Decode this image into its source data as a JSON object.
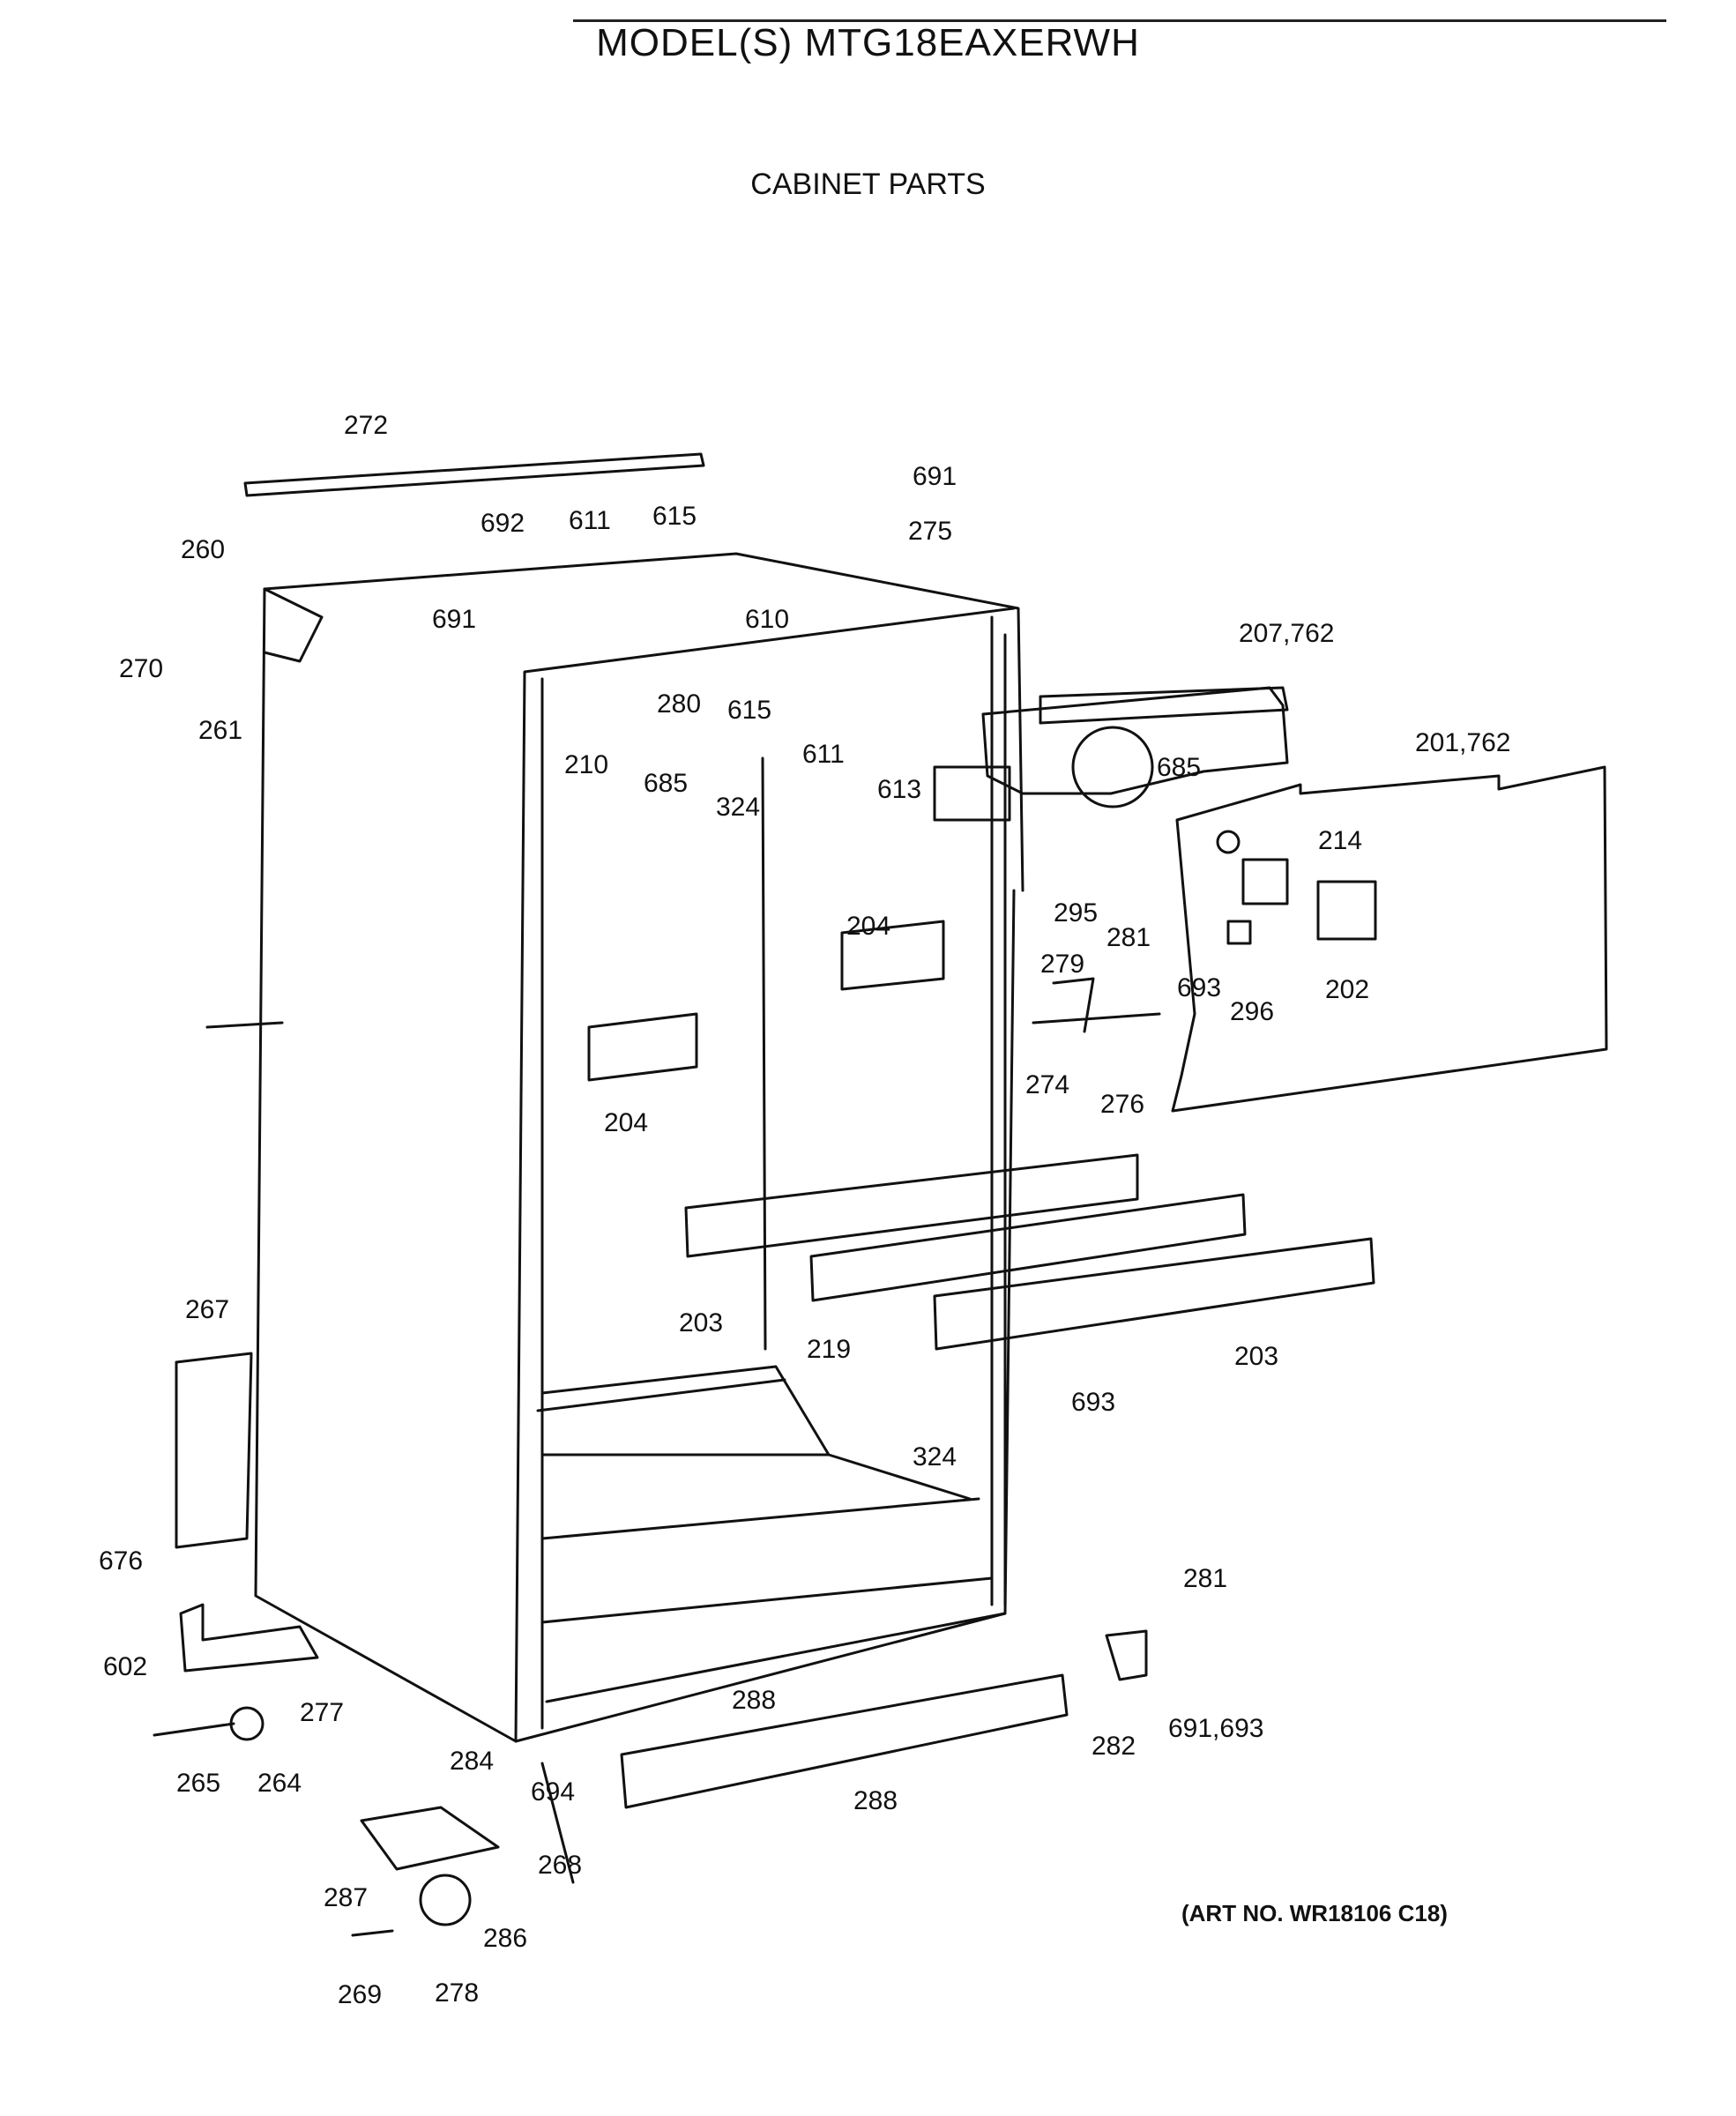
{
  "header": {
    "title": "MODEL(S) MTG18EAXERWH",
    "subtitle": "CABINET PARTS"
  },
  "footer": {
    "art_number": "(ART NO. WR18106 C18)"
  },
  "callouts": [
    "272",
    "691",
    "275",
    "692",
    "611",
    "615",
    "260",
    "691",
    "610",
    "270",
    "261",
    "280",
    "615",
    "611",
    "207,762",
    "210",
    "685",
    "324",
    "613",
    "685",
    "201,762",
    "214",
    "295",
    "281",
    "279",
    "693",
    "296",
    "202",
    "204",
    "274",
    "276",
    "204",
    "203",
    "219",
    "203",
    "693",
    "267",
    "324",
    "676",
    "281",
    "602",
    "277",
    "288",
    "282",
    "691,693",
    "265",
    "264",
    "284",
    "694",
    "288",
    "287",
    "268",
    "286",
    "269",
    "278"
  ]
}
